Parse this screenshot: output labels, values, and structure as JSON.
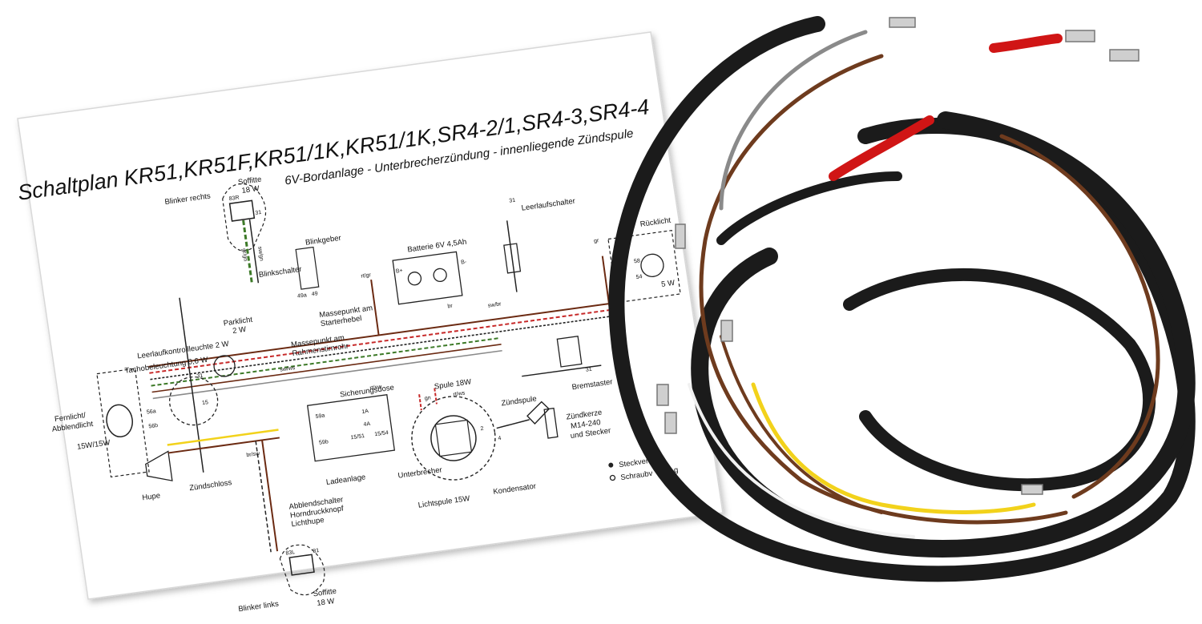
{
  "diagram": {
    "title": "Schaltplan KR51,KR51F,KR51/1K,KR51/1K,SR4-2/1,SR4-3,SR4-4",
    "subtitle": "6V-Bordanlage - Unterbrecherzündung - innenliegende Zündspule",
    "labels": {
      "blinker_rechts": "Blinker rechts",
      "soffitte_top": "Soffitte",
      "soffitte_top_w": "18 W",
      "blinkgeber": "Blinkgeber",
      "blinkschalter": "Blinkschalter",
      "parklicht": "Parklicht",
      "parklicht_w": "2 W",
      "massepunkt_starter_1": "Massepunkt am",
      "massepunkt_starter_2": "Starterhebel",
      "leerlauf_leuchte": "Leerlaufkontrollleuchte 2 W",
      "tacho": "Tachobeleuchtung 0,6 W",
      "massepunkt_rahmen_1": "Massepunkt am",
      "massepunkt_rahmen_2": "Rahmenstirnrohr",
      "batterie": "Batterie 6V 4,5Ah",
      "leerlaufschalter": "Leerlaufschalter",
      "bremslicht": "Bre",
      "ruecklicht": "Rücklicht",
      "ruecklicht_w": "5 W",
      "fernlicht_1": "Fernlicht/",
      "fernlicht_2": "Abblendlicht",
      "fernlicht_w": "15W/15W",
      "spule": "Spule 18W",
      "sicherungsdose": "Sicherungsdose",
      "zuendspule": "Zündspule",
      "zuendkerze_1": "Zündkerze",
      "zuendkerze_2": "M14-240",
      "zuendkerze_3": "und Stecker",
      "bremstaster": "Bremstaster",
      "ladeanlage": "Ladeanlage",
      "hupe": "Hupe",
      "zuendschloss": "Zündschloss",
      "unterbrecher": "Unterbrecher",
      "lichtspule": "Lichtspule 15W",
      "kondensator": "Kondensator",
      "abblendschalter_1": "Abblendschalter",
      "abblendschalter_2": "Horndruckknopf",
      "abblendschalter_3": "Lichthupe",
      "blinker_links": "Blinker links",
      "soffitte_bottom": "Soffitte",
      "soffitte_bottom_w": "18 W",
      "legend_1": "Steckver",
      "legend_2": "Schraubv",
      "legend_2b": "g",
      "t31a": "31",
      "t31b": "31",
      "t31c": "31",
      "t31d": "31",
      "t31e": "31",
      "t15": "15",
      "t15b": "15",
      "t56a": "56a",
      "t56b": "56b",
      "t59a": "59a",
      "t59b": "59b",
      "t58": "58",
      "t54": "54",
      "t49a": "49a",
      "t49": "49",
      "t2": "2",
      "t4": "4",
      "t83r": "83R",
      "t83l": "83L",
      "bplus": "B+",
      "bminus": "B-",
      "w_rtgr": "rt/gr",
      "w_br": "br",
      "w_gr": "gr",
      "w_swws": "sw/ws",
      "w_swbr": "sw/br",
      "w_rtsw": "rt/sw",
      "w_brsw": "br/sw",
      "w_grrt": "gr/rt",
      "w_grsw": "gr/sw",
      "w_ws": "ws",
      "w_sw": "sw",
      "w_rt": "rt",
      "w_gn": "gn",
      "w_rtws": "rt/ws",
      "w_swgn": "sw/gn",
      "w_grgn": "gr/gn",
      "w_1a": "1A",
      "w_4a": "4A",
      "w_155": "15/54",
      "w_151": "15/51"
    }
  },
  "colors": {
    "wire_black": "#1b1b1b",
    "wire_brown": "#6e3b1e",
    "wire_grey": "#8a8a8a",
    "wire_white": "#f1f1f1",
    "wire_yellow": "#f2d21b",
    "wire_red": "#d01515",
    "diagram_brown": "#6b2a12",
    "diagram_green": "#3d7a28",
    "diagram_red": "#c62828"
  }
}
